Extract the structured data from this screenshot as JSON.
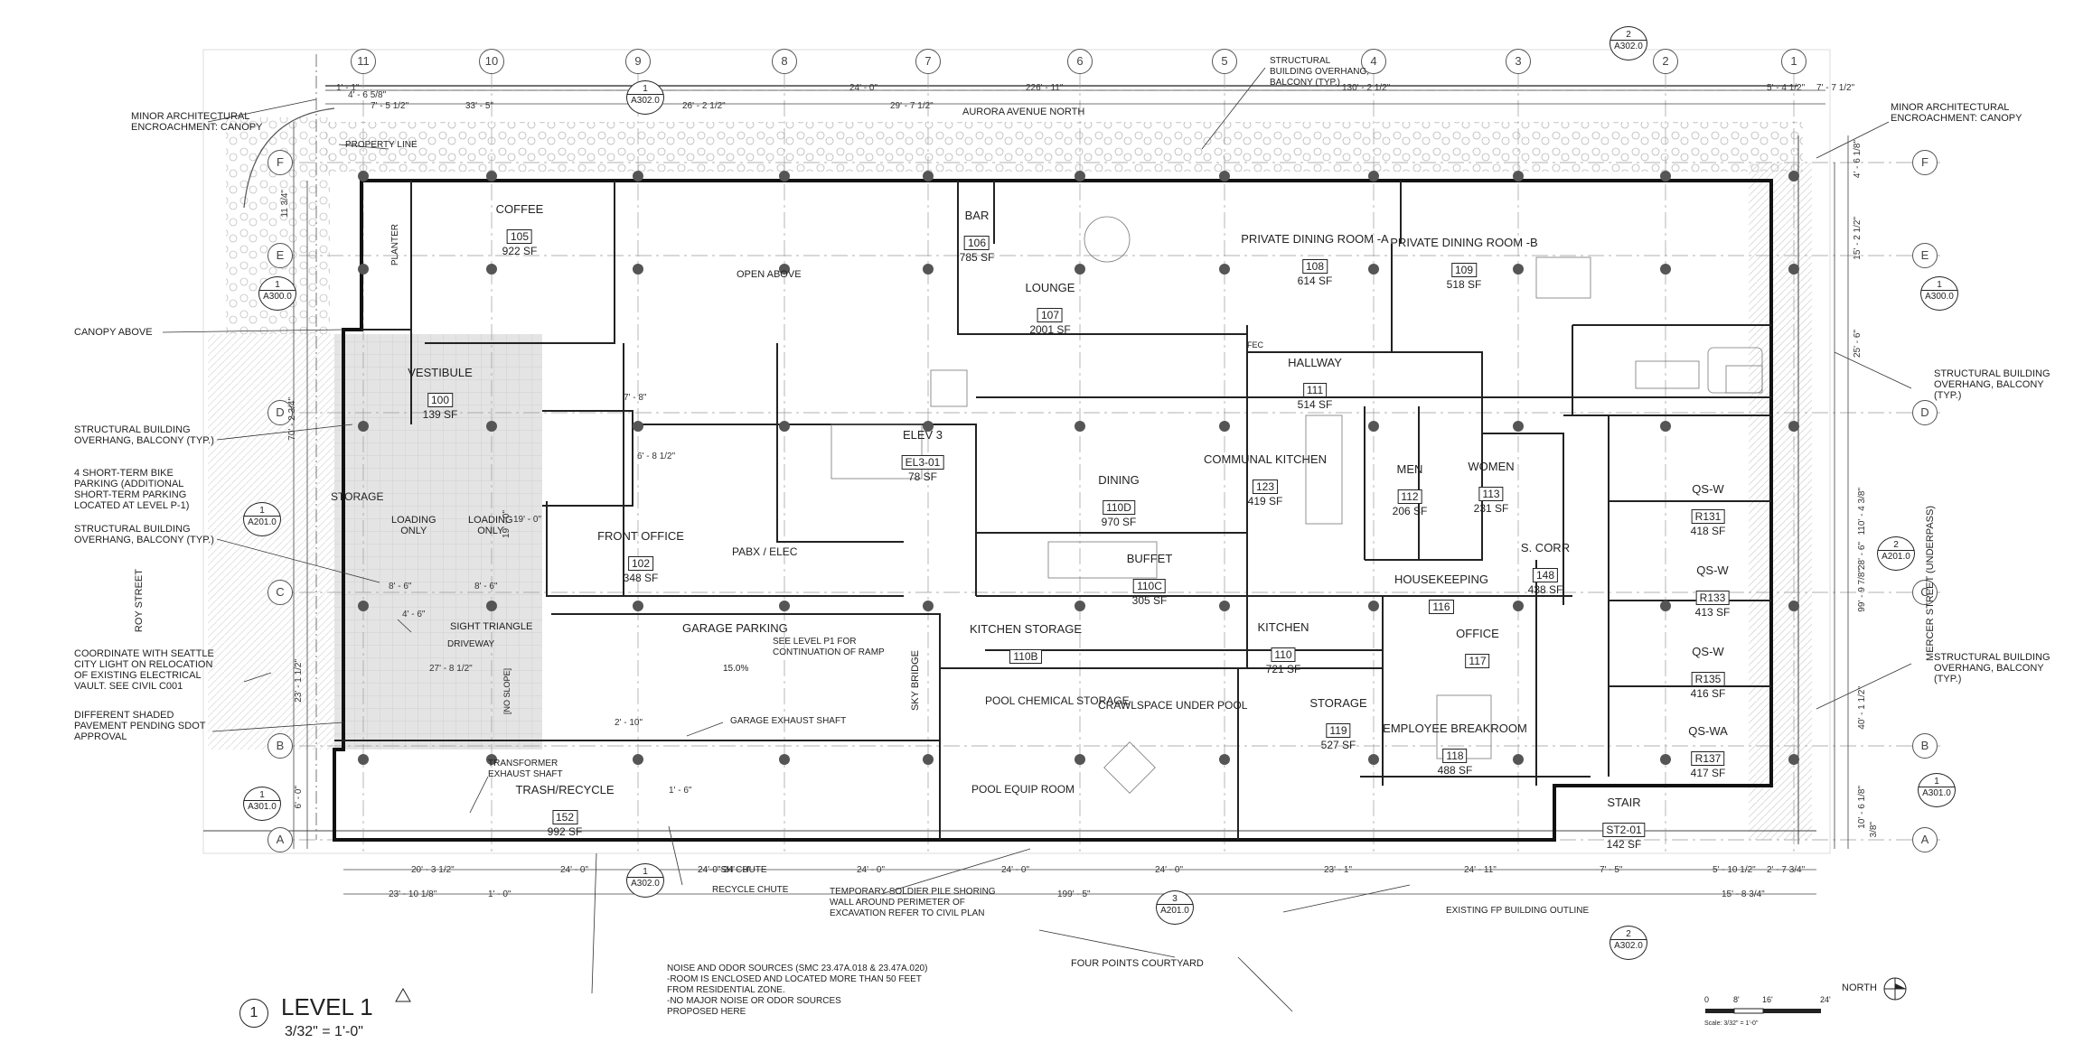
{
  "title": {
    "number": "1",
    "name": "LEVEL 1",
    "scale": "3/32\" = 1'-0\""
  },
  "grid": {
    "columns": [
      "11",
      "10",
      "9",
      "8",
      "7",
      "6",
      "5",
      "4",
      "3",
      "2",
      "1"
    ],
    "rows": [
      "F",
      "E",
      "D",
      "C",
      "B",
      "A"
    ]
  },
  "streets": {
    "north": "AURORA AVENUE NORTH",
    "west": "ROY STREET",
    "east": "MERCER STREET (UNDERPASS)"
  },
  "rooms": [
    {
      "name": "COFFEE",
      "num": "105",
      "area": "922 SF"
    },
    {
      "name": "BAR",
      "num": "106",
      "area": "785 SF"
    },
    {
      "name": "LOUNGE",
      "num": "107",
      "area": "2001 SF"
    },
    {
      "name": "PRIVATE DINING ROOM -A",
      "num": "108",
      "area": "614 SF"
    },
    {
      "name": "PRIVATE DINING ROOM -B",
      "num": "109",
      "area": "518 SF"
    },
    {
      "name": "VESTIBULE",
      "num": "100",
      "area": "139 SF"
    },
    {
      "name": "HALLWAY",
      "num": "111",
      "area": "514 SF"
    },
    {
      "name": "ELEV 3",
      "num": "EL3-01",
      "area": "78 SF"
    },
    {
      "name": "DINING",
      "num": "110D",
      "area": "970 SF"
    },
    {
      "name": "COMMUNAL KITCHEN",
      "num": "123",
      "area": "419 SF"
    },
    {
      "name": "MEN",
      "num": "112",
      "area": "206 SF"
    },
    {
      "name": "WOMEN",
      "num": "113",
      "area": "231 SF"
    },
    {
      "name": "QS-W",
      "num": "R131",
      "area": "418 SF"
    },
    {
      "name": "FRONT OFFICE",
      "num": "102",
      "area": "348 SF"
    },
    {
      "name": "BUFFET",
      "num": "110C",
      "area": "305 SF"
    },
    {
      "name": "S. CORR",
      "num": "148",
      "area": "438 SF"
    },
    {
      "name": "QS-W",
      "num": "R133",
      "area": "413 SF"
    },
    {
      "name": "HOUSEKEEPING",
      "num": "116",
      "area": ""
    },
    {
      "name": "KITCHEN STORAGE",
      "num": "110B",
      "area": ""
    },
    {
      "name": "KITCHEN",
      "num": "110",
      "area": "721 SF"
    },
    {
      "name": "OFFICE",
      "num": "117",
      "area": ""
    },
    {
      "name": "QS-W",
      "num": "R135",
      "area": "416 SF"
    },
    {
      "name": "STORAGE",
      "num": "119",
      "area": "527 SF"
    },
    {
      "name": "EMPLOYEE BREAKROOM",
      "num": "118",
      "area": "488 SF"
    },
    {
      "name": "QS-WA",
      "num": "R137",
      "area": "417 SF"
    },
    {
      "name": "TRASH/RECYCLE",
      "num": "152",
      "area": "992 SF"
    },
    {
      "name": "STAIR",
      "num": "ST2-01",
      "area": "142 SF"
    }
  ],
  "labels": {
    "open_above": "OPEN ABOVE",
    "storage": "STORAGE",
    "loading1": "LOADING\nONLY",
    "loading2": "LOADING\nONLY",
    "pabx": "PABX / ELEC",
    "garage": "GARAGE PARKING",
    "see_level": "SEE LEVEL P1 FOR\nCONTINUATION OF RAMP",
    "slope": "15.0%",
    "sky_bridge": "SKY BRIDGE",
    "no_slope": "[No Slope]",
    "driveway": "DRIVEWAY",
    "pool_chem": "POOL CHEMICAL STORAGE",
    "crawlspace": "CRAWLSPACE UNDER POOL",
    "pool_equip": "POOL EQUIP ROOM",
    "planter": "PLANTER",
    "fec": "FEC"
  },
  "callouts": {
    "minor_arch_left": "MINOR ARCHITECTURAL\nENCROACHMENT: CANOPY",
    "property_line": "PROPERTY LINE",
    "canopy_above": "CANOPY ABOVE",
    "overhang_1": "STRUCTURAL BUILDING\nOVERHANG, BALCONY (TYP.)",
    "bike": "4 SHORT-TERM BIKE\nPARKING (ADDITIONAL\nSHORT-TERM PARKING\nLOCATED AT LEVEL P-1)",
    "overhang_2": "STRUCTURAL BUILDING\nOVERHANG, BALCONY (TYP.)",
    "sight_triangle": "SIGHT TRIANGLE",
    "city_light": "COORDINATE WITH SEATTLE\nCITY LIGHT ON RELOCATION\nOF EXISTING ELECTRICAL\nVAULT. SEE CIVIL C001",
    "shaded": "DIFFERENT SHADED\nPAVEMENT PENDING SDOT\nAPPROVAL",
    "overhang_top": "STRUCTURAL\nBUILDING OVERHANG,\nBALCONY (TYP.)",
    "minor_arch_right": "MINOR ARCHITECTURAL\nENCROACHMENT: CANOPY",
    "overhang_right1": "STRUCTURAL BUILDING\nOVERHANG, BALCONY\n(TYP.)",
    "overhang_right2": "STRUCTURAL BUILDING\nOVERHANG, BALCONY\n(TYP.)",
    "garage_exhaust": "GARAGE EXHAUST SHAFT",
    "transformer": "TRANSFORMER\nEXHAUST SHAFT",
    "trash_chute": "24'-0\"SH CHUTE",
    "recycle_chute": "RECYCLE CHUTE",
    "shoring": "TEMPORARY SOLDIER PILE SHORING\nWALL AROUND PERIMETER OF\nEXCAVATION REFER TO CIVIL PLAN",
    "existing_fp": "EXISTING FP BUILDING OUTLINE",
    "courtyard": "FOUR POINTS COURTYARD",
    "noise": "NOISE AND ODOR SOURCES (SMC 23.47A.018 & 23.47A.020)\n-ROOM IS ENCLOSED AND LOCATED MORE THAN 50 FEET\nFROM RESIDENTIAL ZONE.\n-NO MAJOR NOISE OR ODOR SOURCES\nPROPOSED HERE"
  },
  "dims": {
    "top": [
      "1' - 1\"",
      "4' - 6 5/8\"",
      "7' - 5 1/2\"",
      "33' - 5\"",
      "26' - 2 1/2\"",
      "24' - 0\"",
      "29' - 7 1/2\"",
      "226' - 11\"",
      "130' - 2 1/2\"",
      "5' - 4 1/2\"",
      "7' - 7 1/2\""
    ],
    "bottom": [
      "20' - 3 1/2\"",
      "24' - 0\"",
      "24' - 0\"",
      "24' - 0\"",
      "24' - 0\"",
      "24' - 0\"",
      "23' - 1\"",
      "24' - 11\"",
      "7' - 5\"",
      "5' - 10 1/2\"",
      "2' - 7 3/4\""
    ],
    "bottom2": [
      "23' - 10 1/8\"",
      "1' - 0\"",
      "199' - 5\"",
      "15' - 8 3/4\""
    ],
    "left": [
      "11 3/4\"",
      "70' - 2 3/4\"",
      "19' - 0\"",
      "23' - 1 1/2\"",
      "6' - 0\""
    ],
    "right": [
      "4' - 6 1/8\"",
      "15' - 2 1/2\"",
      "25' - 6\"",
      "110' - 4 3/8\"",
      "28' - 6\"",
      "99' - 9 7/8\"",
      "40' - 1 1/2\"",
      "10' - 6 1/8\"",
      "3/8\""
    ],
    "misc": [
      "7' - 8\"",
      "6' - 8 1/2\"",
      "8' - 6\"",
      "8' - 6\"",
      "4' - 6\"",
      "27' - 8 1/2\"",
      "19' - 0\"",
      "2' - 10\"",
      "1' - 6\""
    ]
  },
  "sections": [
    {
      "n": "2",
      "ref": "A302.0"
    },
    {
      "n": "1",
      "ref": "A302.0"
    },
    {
      "n": "1",
      "ref": "A300.0"
    },
    {
      "n": "1",
      "ref": "A300.0"
    },
    {
      "n": "1",
      "ref": "A201.0"
    },
    {
      "n": "2",
      "ref": "A201.0"
    },
    {
      "n": "1",
      "ref": "A301.0"
    },
    {
      "n": "1",
      "ref": "A301.0"
    },
    {
      "n": "2",
      "ref": "A302.0"
    },
    {
      "n": "1",
      "ref": "A302.0"
    },
    {
      "n": "3",
      "ref": "A201.0"
    }
  ],
  "north": "NORTH",
  "scalebar": {
    "ticks": [
      "0",
      "8'",
      "16'",
      "24'"
    ],
    "note": "Scale: 3/32\" = 1'-0\""
  }
}
